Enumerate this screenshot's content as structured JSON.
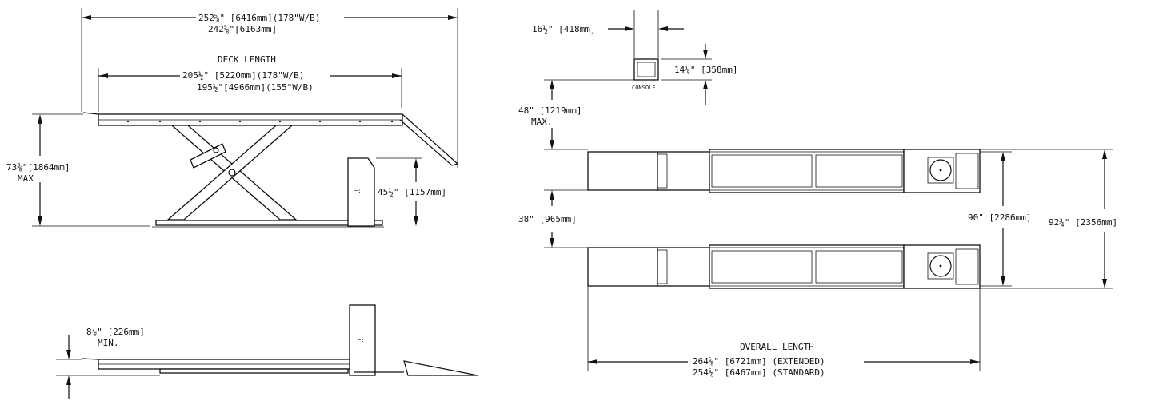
{
  "side_view": {
    "overall_length": "252⅝\" [6416mm](178\"W/B)",
    "overall_length_alt": "242⅝\"[6163mm]",
    "deck_length_title": "DECK LENGTH",
    "deck_length": "205½\" [5220mm](178\"W/B)",
    "deck_length_alt": "195½\"[4966mm](155\"W/B)",
    "max_height": "73⅜\"[1864mm]",
    "max_height_note": "MAX",
    "console_height": "45½\" [1157mm]"
  },
  "lowered_view": {
    "min_height": "8⅞\" [226mm]",
    "min_height_note": "MIN."
  },
  "console_view": {
    "width": "16½\" [418mm]",
    "depth": "14⅛\" [358mm]",
    "label": "CONSOLE"
  },
  "plan_view": {
    "console_offset": "48\" [1219mm]",
    "console_offset_note": "MAX.",
    "gap_between_runways": "38\" [965mm]",
    "inner_width": "90\" [2286mm]",
    "outer_width": "92¾\" [2356mm]",
    "overall_length_title": "OVERALL LENGTH",
    "overall_length_extended": "264⅝\" [6721mm] (EXTENDED)",
    "overall_length_standard": "254⅝\" [6467mm] (STANDARD)"
  }
}
